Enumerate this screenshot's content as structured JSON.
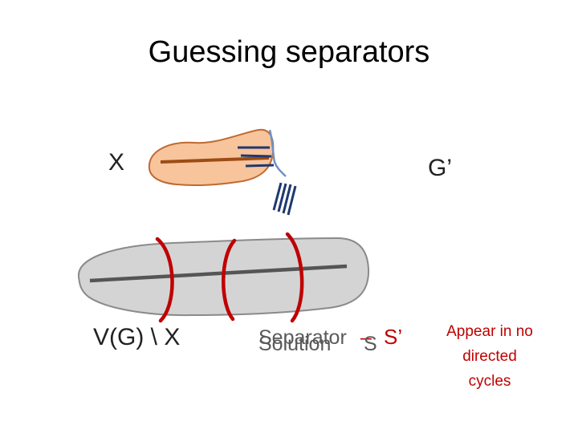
{
  "title": "Guessing separators",
  "labels": {
    "x": "X",
    "g_prime": "G’",
    "v_minus_x": "V(G) \\ X",
    "separator": "Separator",
    "solution": "Solution",
    "dash": "–",
    "s": "S",
    "s_prime": "S’",
    "note": "Appear in no directed cycles"
  },
  "colors": {
    "orange_fill": "#f8c49c",
    "orange_stroke": "#c06a30",
    "gray_fill": "#d4d4d4",
    "gray_stroke": "#8a8a8a",
    "red": "#c00000",
    "navy": "#1f3870"
  }
}
